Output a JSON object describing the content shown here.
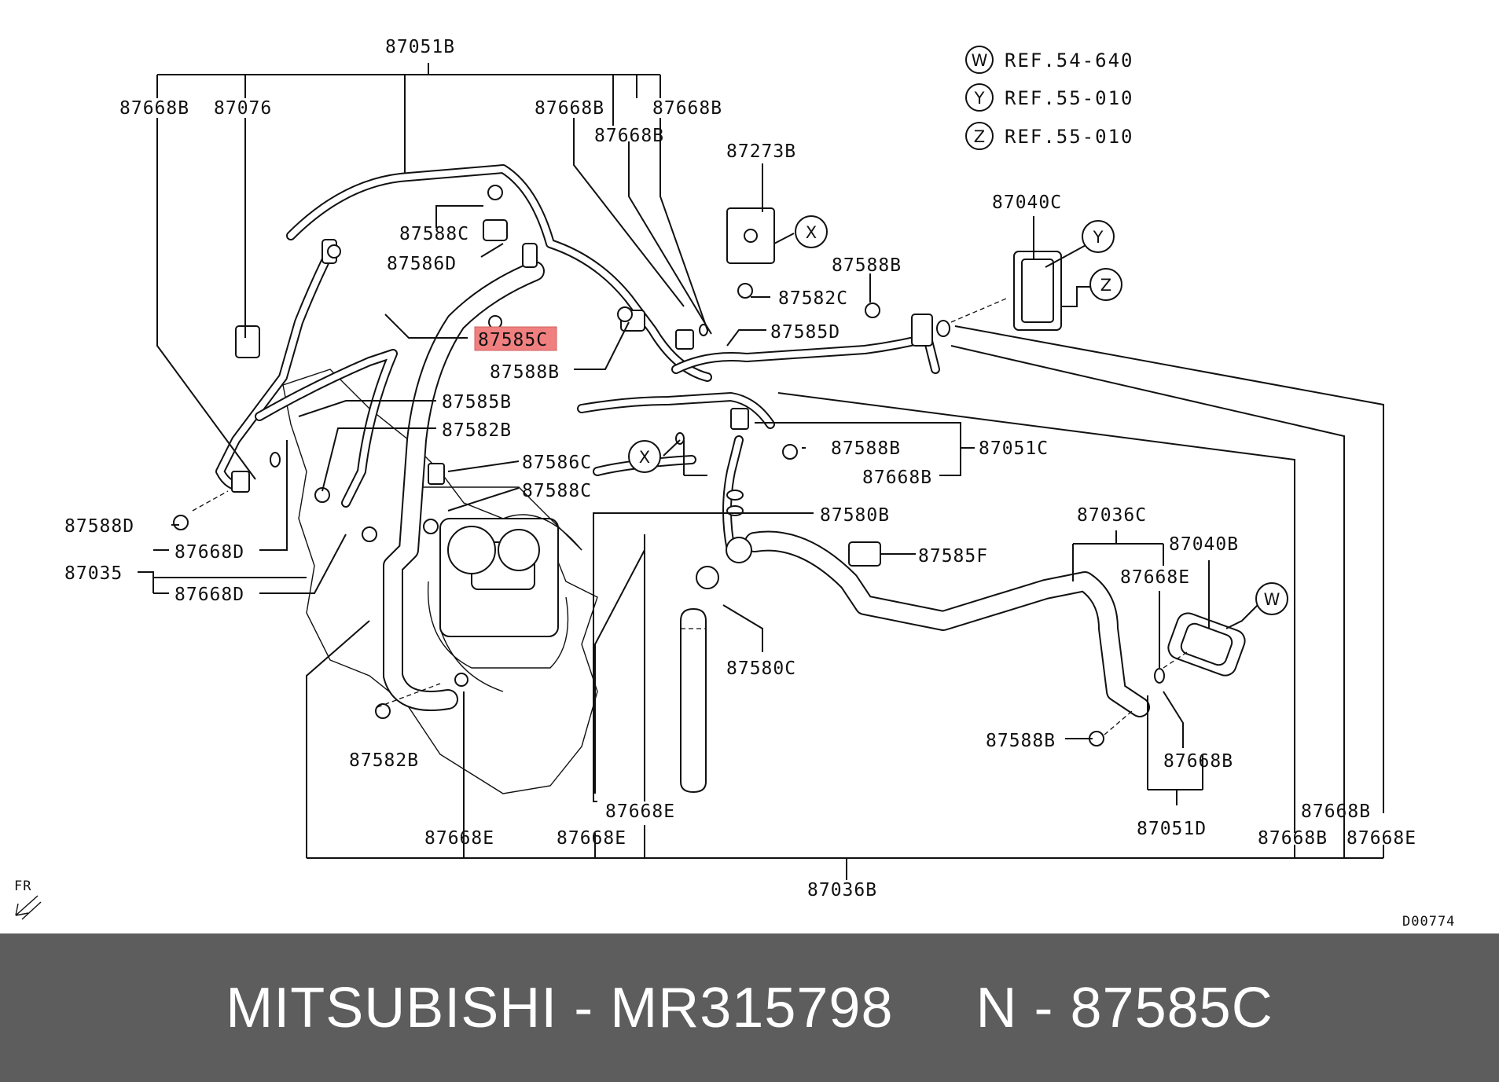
{
  "labels": {
    "l87051B": "87051B",
    "l87668B_a": "87668B",
    "l87076": "87076",
    "l87668B_b": "87668B",
    "l87668B_c": "87668B",
    "l87668B_d": "87668B",
    "l87273B": "87273B",
    "l87588C_a": "87588C",
    "l87586D": "87586D",
    "l87582C": "87582C",
    "l87588B_a": "87588B",
    "l87040C": "87040C",
    "l87585C": "87585C",
    "l87585D": "87585D",
    "l87588B_b": "87588B",
    "l87585B": "87585B",
    "l87582B_a": "87582B",
    "l87588B_c": "87588B",
    "l87051C": "87051C",
    "l87668B_e": "87668B",
    "l87586C": "87586C",
    "l87588C_b": "87588C",
    "l87588D": "87588D",
    "l87580B": "87580B",
    "l87036C": "87036C",
    "l87040B": "87040B",
    "l87585F": "87585F",
    "l87668D_a": "87668D",
    "l87035": "87035",
    "l87668D_b": "87668D",
    "l87668E_a": "87668E",
    "l87580C": "87580C",
    "l87588B_d": "87588B",
    "l87668B_f": "87668B",
    "l87582B_b": "87582B",
    "l87668E_b": "87668E",
    "l87668E_c": "87668E",
    "l87668E_d": "87668E",
    "l87051D": "87051D",
    "l87668B_g": "87668B",
    "l87668B_h": "87668B",
    "l87668E_e": "87668E",
    "l87036B": "87036B",
    "fr": "FR",
    "code": "D00774"
  },
  "refs": [
    {
      "letter": "W",
      "text": "REF.54-640"
    },
    {
      "letter": "Y",
      "text": "REF.55-010"
    },
    {
      "letter": "Z",
      "text": "REF.55-010"
    }
  ],
  "callouts": {
    "x1": "X",
    "x2": "X",
    "y": "Y",
    "z": "Z",
    "w": "W"
  },
  "highlight_color": "#f08080",
  "footer": {
    "text": "MITSUBISHI - MR315798     N - 87585C"
  }
}
